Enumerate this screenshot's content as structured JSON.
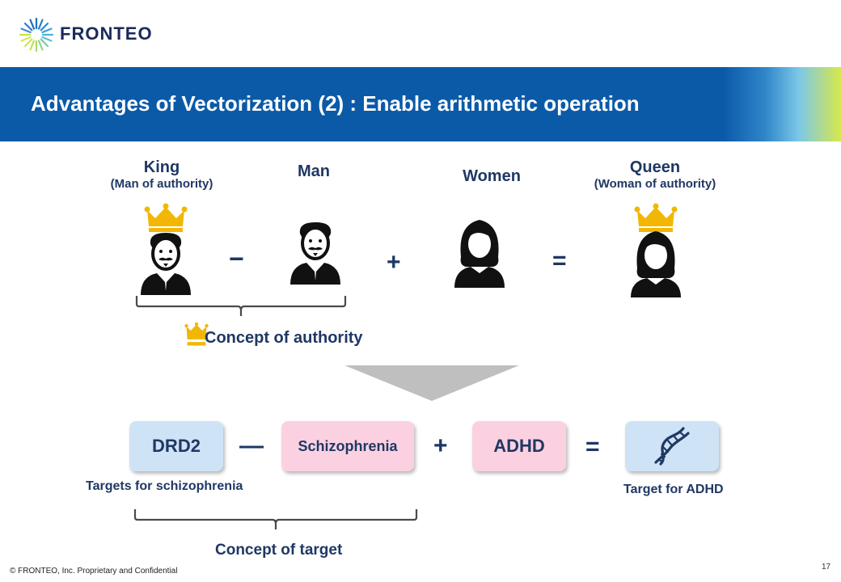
{
  "header": {
    "logo_text": "FRONTEO"
  },
  "title": "Advantages of Vectorization (2) : Enable arithmetic operation",
  "top_equation": {
    "king": {
      "label": "King",
      "sublabel": "(Man of authority)"
    },
    "man": {
      "label": "Man"
    },
    "women": {
      "label": "Women"
    },
    "queen": {
      "label": "Queen",
      "sublabel": "(Woman of authority)"
    },
    "minus": "−",
    "plus": "+",
    "equals": "=",
    "concept": "Concept of authority"
  },
  "bottom_equation": {
    "drd2": "DRD2",
    "schizophrenia": "Schizophrenia",
    "adhd": "ADHD",
    "minus": "—",
    "plus": "+",
    "equals": "=",
    "note_left": "Targets for schizophrenia",
    "note_right": "Target for ADHD",
    "concept": "Concept of target"
  },
  "footer": {
    "copyright": "© FRONTEO, Inc.  Proprietary and Confidential",
    "page": "17"
  },
  "colors": {
    "navy": "#1f3864",
    "band_blue": "#0b5aa8",
    "crown_gold": "#f2b705",
    "box_blue": "#cfe3f7",
    "box_pink": "#fbd1e2",
    "arrow_gray": "#bfbfbf"
  },
  "icons": [
    "fronteo-logo-icon",
    "king-icon",
    "man-icon",
    "woman-icon",
    "queen-icon",
    "crown-icon",
    "dna-icon",
    "down-arrow-icon"
  ]
}
